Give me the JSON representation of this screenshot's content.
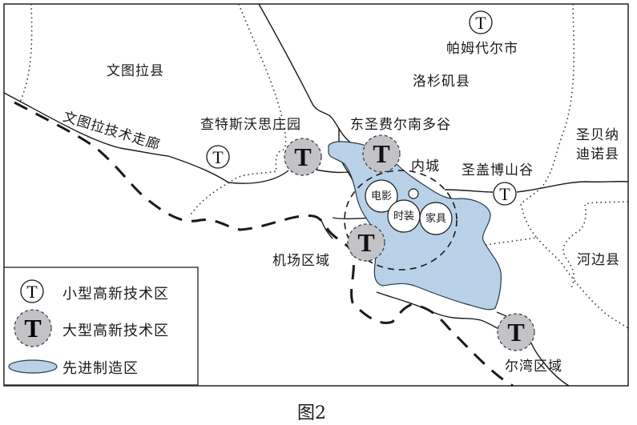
{
  "figure": {
    "caption": "图2",
    "type": "thematic-map"
  },
  "regions": {
    "wentula_county": "文图拉县",
    "palmdale_city": "帕姆代尔市",
    "la_county": "洛杉矶县",
    "san_bernardino_county_line1": "圣贝纳",
    "san_bernardino_county_line2": "迪诺县",
    "riverside_county": "河边县"
  },
  "places": {
    "tech_corridor": "文图拉技术走廊",
    "chatsworth": "查特斯沃思庄园",
    "east_san_fernando_valley": "东圣费尔南多谷",
    "inner_city": "内城",
    "san_gabriel_valley": "圣盖博山谷",
    "airport_area": "机场区域",
    "bay_area": "尔湾区域"
  },
  "industry_circles": {
    "film": "电影",
    "fashion": "时装",
    "furniture": "家具"
  },
  "symbols": {
    "tech_zone_glyph": "T"
  },
  "legend": {
    "items": [
      {
        "symbol": "small-tech-zone-icon",
        "label": "小型高新技术区"
      },
      {
        "symbol": "large-tech-zone-icon",
        "label": "大型高新技术区"
      },
      {
        "symbol": "advanced-manufacturing-icon",
        "label": "先进制造区"
      }
    ]
  },
  "colors": {
    "manufacturing_fill": "#bcd3ea",
    "large_zone_fill": "#c4c4c8",
    "line": "#1a1a1a"
  }
}
